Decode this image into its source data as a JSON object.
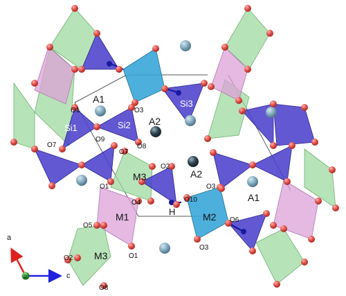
{
  "labels": {
    "A1": "A1",
    "A2": "A2",
    "Si1": "Si1",
    "Si2": "Si2",
    "Si3": "Si3",
    "M1": "M1",
    "M2": "M2",
    "M3": "M3",
    "H": "H",
    "O1": "O1",
    "O2": "O2",
    "O3": "O3",
    "O4": "O4",
    "O5": "O5",
    "O6": "O6",
    "O7": "O7",
    "O8": "O8",
    "O9": "O9",
    "O10": "O10"
  },
  "axes": {
    "a": "a",
    "b": "b",
    "c": "c"
  },
  "colors": {
    "green_octahedron": "#9fd9a0",
    "pink_octahedron": "#dca2d8",
    "si_tetrahedron": "#4c42cc",
    "m2_tetrahedron": "#3aa6d8",
    "oxygen": "#e2504a",
    "cation_light": "#7ea7bd",
    "cation_dark": "#2e4450",
    "hydrogen": "#1a1aa0",
    "axis_a": "#e02020",
    "axis_b": "#2aa02a",
    "axis_c": "#2020e0"
  }
}
